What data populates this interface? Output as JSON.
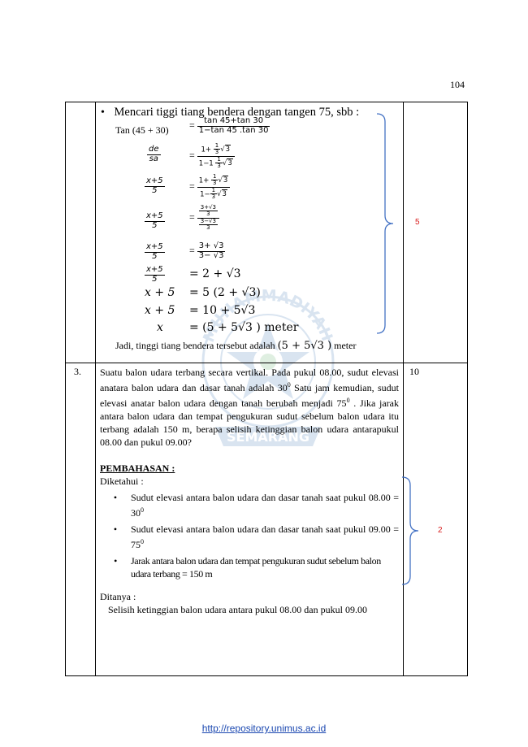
{
  "page_number": "104",
  "row1": {
    "bullet_title": "Mencari tiggi tiang bendera dengan tangen 75, sbb :",
    "eq1_left": "Tan (45 + 30)",
    "eq1_num": "tan 45+tan 30",
    "eq1_den": "1−tan 45 .tan 30",
    "eq2_left_num": "de",
    "eq2_left_den": "sa",
    "eq_x5_num": "x+5",
    "eq_x5_den": "5",
    "eq4_num": "3+√3",
    "eq4_den": "3",
    "eq4_den2": "3−√3",
    "eq5_num": "3+ √3",
    "eq5_den": "3− √3",
    "eq6_right": "= 2 + √3",
    "eq7_left": "x + 5",
    "eq7_right": "= 5 (2 + √3)",
    "eq8_left": "x + 5",
    "eq8_right": "= 10 + 5√3",
    "eq9_left": "x",
    "eq9_right": "= (5 + 5√3 ) meter",
    "conclusion_prefix": "Jadi, tinggi tiang bendera tersebut adalah",
    "conclusion_value": "(5 + 5√3 )",
    "conclusion_suffix": "meter",
    "score": "5"
  },
  "row2": {
    "number": "3.",
    "question": "Suatu balon udara terbang secara vertikal. Pada pukul 08.00, sudut elevasi anatara balon udara dan dasar tanah adalah 30",
    "q_part2": " Satu jam kemudian, sudut elevasi anatar balon udara dengan tanah berubah menjadi 75",
    "q_part3": " . Jika jarak antara balon udara dan tempat pengukuran sudut sebelum balon udara itu terbang adalah 150 m, berapa selisih ketinggian balon udara antarapukul 08.00 dan pukul 09.00?",
    "deg": "0",
    "max_score": "10",
    "pembahasan": "PEMBAHASAN :",
    "diketahui": "Diketahui :",
    "items": [
      "Sudut elevasi antara balon udara dan dasar tanah saat pukul 08.00 = 30",
      "Sudut elevasi antara balon udara dan dasar tanah saat pukul 09.00 = 75",
      "Jarak antara balon udara dan tempat pengukuran sudut sebelum balon udara terbang = 150 m"
    ],
    "ditanya": "Ditanya    :",
    "ditanya_text": "Selisih ketinggian balon udara antara pukul 08.00 dan pukul 09.00",
    "score": "2"
  },
  "watermark_text": {
    "top": "MUHAMMADIYAH",
    "bottom": "SEMARANG"
  },
  "footer_link": "http://repository.unimus.ac.id"
}
